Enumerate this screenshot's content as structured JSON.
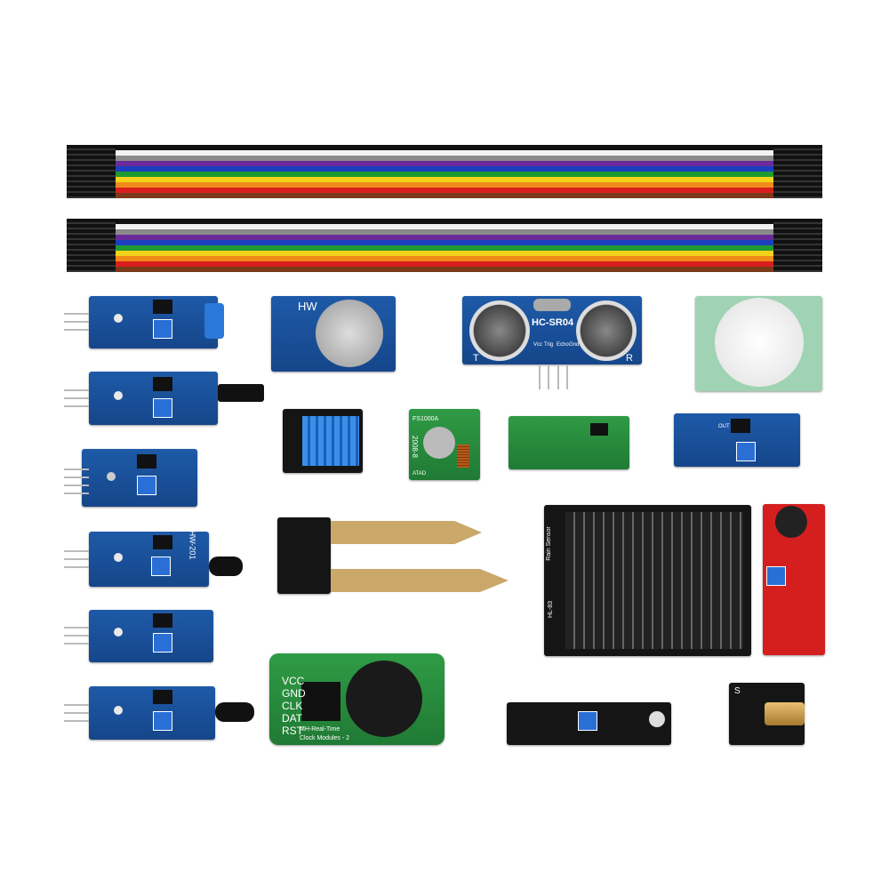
{
  "wire_colors": [
    "#111111",
    "#f2f2f2",
    "#8a8a8a",
    "#6a2a9a",
    "#1c3fc0",
    "#1f9a30",
    "#f2d21a",
    "#f08a1a",
    "#d91e1e",
    "#7a3a1a"
  ],
  "modules": {
    "gas_sensor": {
      "label": "HW"
    },
    "ultrasonic": {
      "model": "HC-SR04",
      "left": "T",
      "right": "R",
      "pins": [
        "Vcc",
        "Trig",
        "Echo",
        "Gnd"
      ]
    },
    "rf_transmitter": {
      "model": "FS1000A",
      "date": "2008-8",
      "pins": "ATAD"
    },
    "ir_obstacle": {
      "model": "HW-201"
    },
    "rain_sensor": {
      "label": "Rain Sensor",
      "model": "HL-83"
    },
    "rtc": {
      "pins": [
        "VCC",
        "GND",
        "CLK",
        "DAT",
        "RST"
      ],
      "line1": "MH-Real-Time",
      "line2": "Clock Modules - 2"
    },
    "laser": {
      "label": "S"
    },
    "relay_board": {
      "label": "OUT"
    }
  }
}
